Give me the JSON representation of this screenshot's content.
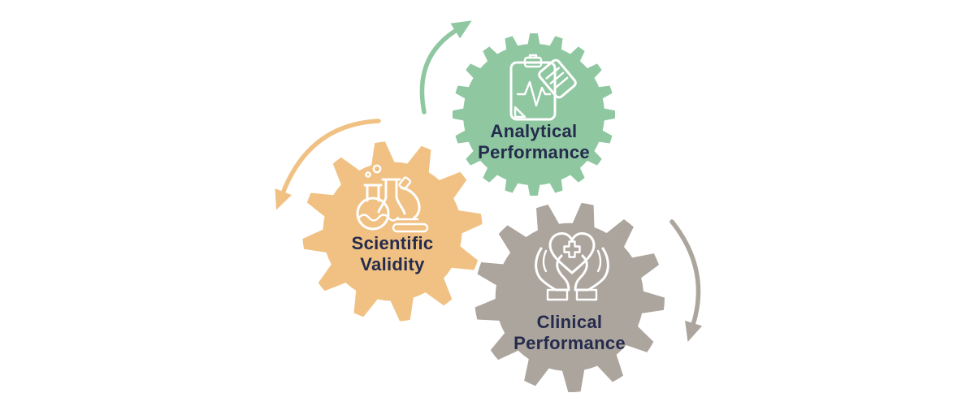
{
  "diagram": {
    "type": "gear-cycle-diagram",
    "background": "#ffffff",
    "text_color": "#242b4c",
    "gears": [
      {
        "id": "analytical-performance",
        "label": "Analytical Performance",
        "lines": [
          "Analytical",
          "Performance"
        ],
        "color": "#8fc7a1",
        "icon": "clipboard-pulse-icon"
      },
      {
        "id": "scientific-validity",
        "label": "Scientific Validity",
        "lines": [
          "Scientific",
          "Validity"
        ],
        "color": "#f0c183",
        "icon": "flasks-microscope-icon"
      },
      {
        "id": "clinical-performance",
        "label": "Clinical Performance",
        "lines": [
          "Clinical",
          "Performance"
        ],
        "color": "#aca59e",
        "icon": "hands-heart-icon"
      }
    ],
    "arrows": [
      {
        "id": "green-cycle-arrow",
        "color": "#8fc7a1",
        "direction": "up-right"
      },
      {
        "id": "orange-cycle-arrow",
        "color": "#f0c183",
        "direction": "down-left"
      },
      {
        "id": "gray-cycle-arrow",
        "color": "#aca59e",
        "direction": "down"
      }
    ]
  }
}
